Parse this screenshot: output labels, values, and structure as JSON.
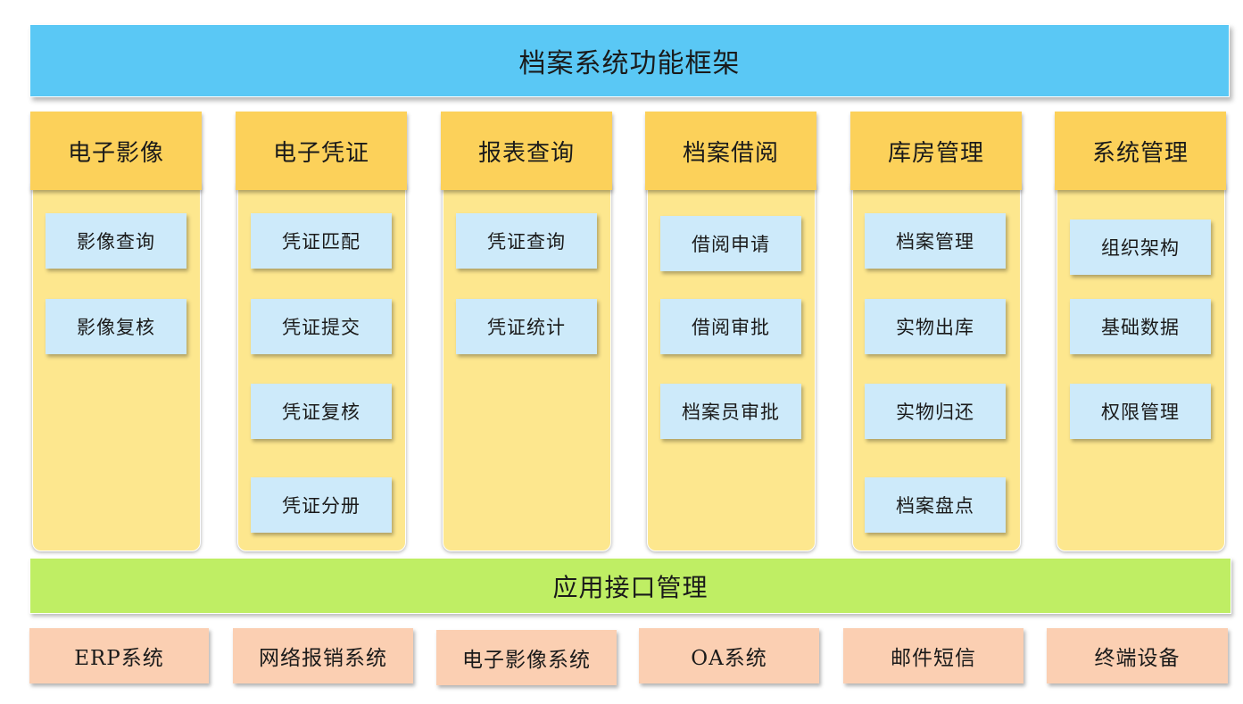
{
  "title": "档案系统功能框架",
  "modules": [
    {
      "header": "电子影像",
      "items": [
        "影像查询",
        "影像复核"
      ]
    },
    {
      "header": "电子凭证",
      "items": [
        "凭证匹配",
        "凭证提交",
        "凭证复核",
        "凭证分册"
      ]
    },
    {
      "header": "报表查询",
      "items": [
        "凭证查询",
        "凭证统计"
      ]
    },
    {
      "header": "档案借阅",
      "items": [
        "借阅申请",
        "借阅审批",
        "档案员审批"
      ]
    },
    {
      "header": "库房管理",
      "items": [
        "档案管理",
        "实物出库",
        "实物归还",
        "档案盘点"
      ]
    },
    {
      "header": "系统管理",
      "items": [
        "组织架构",
        "基础数据",
        "权限管理"
      ]
    }
  ],
  "interface_layer": "应用接口管理",
  "external_systems": [
    "ERP系统",
    "网络报销系统",
    "电子影像系统",
    "OA系统",
    "邮件短信",
    "终端设备"
  ],
  "colors": {
    "title_bar": "#5ac8f5",
    "module_header": "#fcd15a",
    "module_body": "#fde78e",
    "function_item": "#cdeafa",
    "interface_bar": "#bfee64",
    "external_system": "#fbcfb2"
  }
}
